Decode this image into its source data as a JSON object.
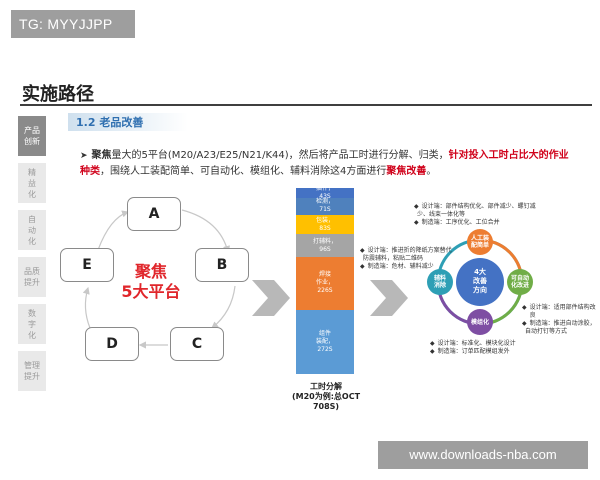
{
  "watermark_top": "TG: MYYJJPP",
  "watermark_bottom": "www.downloads-nba.com",
  "page_title": "实施路径",
  "sidebar": {
    "items": [
      {
        "label": "产品\n创新",
        "active": true
      },
      {
        "label": "精\n益\n化",
        "active": false
      },
      {
        "label": "自\n动\n化",
        "active": false
      },
      {
        "label": "品质\n提升",
        "active": false
      },
      {
        "label": "数\n字\n化",
        "active": false
      },
      {
        "label": "管理\n提升",
        "active": false
      }
    ]
  },
  "section": {
    "title": "1.2  老品改善"
  },
  "description": {
    "bold_start": "聚焦",
    "text1": "量大的5平台(M20/A23/E25/N21/K44)，然后将产品工时进行分解、归类，",
    "red1": "针对投入工时占比大的作业种类",
    "text2": "，围绕人工装配简单、可自动化、模组化、辅料消除这4方面进行",
    "red2": "聚焦改善",
    "end": "。"
  },
  "ring": {
    "nodes": [
      "A",
      "B",
      "C",
      "D",
      "E"
    ],
    "center_line1": "聚焦",
    "center_line2": "5大平台"
  },
  "stacked_bar": {
    "segments": [
      {
        "line1": "插件，",
        "line2": "43S",
        "value": 43,
        "color": "#4472c4"
      },
      {
        "line1": "检测，",
        "line2": "71S",
        "value": 71,
        "color": "#5b9bd5"
      },
      {
        "line1": "包装，",
        "line2": "83S",
        "value": 83,
        "color": "#ffc000"
      },
      {
        "line1": "打辅料，",
        "line2": "96S",
        "value": 96,
        "color": "#a5a5a5"
      },
      {
        "line1": "焊接",
        "line2": "作业，",
        "line3": "226S",
        "value": 226,
        "color": "#ed7d31"
      },
      {
        "line1": "组件",
        "line2": "装配，",
        "line3": "272S",
        "value": 272,
        "color": "#5b9bd5"
      }
    ],
    "caption_line1": "工时分解",
    "caption_line2": "(M20为例:总OCT 708S)"
  },
  "circle_diagram": {
    "center_line1": "4大",
    "center_line2": "改善",
    "center_line3": "方向",
    "nodes": {
      "top": "人工装\n配简单",
      "right": "可自动\n化改进",
      "bottom": "模组化",
      "left": "辅料\n消除"
    },
    "notes_top": [
      "设计端：部件结构优化、部件减少、螺钉减",
      "少、线束一体化等",
      "制造端：工序优化、工位合并"
    ],
    "notes_left": [
      "设计端：推进折的降纸方案替代",
      "防震辅料，粘贴二维码",
      "制造端：危材、辅料减少"
    ],
    "notes_right": [
      "设计端：适用部件结构改良",
      "制造端：推进自动涂胶，",
      "自动打钉等方式"
    ],
    "notes_bottom": [
      "设计端：标准化、模块化设计",
      "制造端：订单匹配模组发外"
    ]
  },
  "colors": {
    "accent_blue": "#2f6fb0",
    "accent_red": "#e0262b",
    "circle_blue": "#4472c4",
    "circle_orange": "#ed7d31",
    "circle_green": "#70ad47",
    "circle_purple": "#7e4ea3",
    "circle_teal": "#2e9fb5"
  }
}
